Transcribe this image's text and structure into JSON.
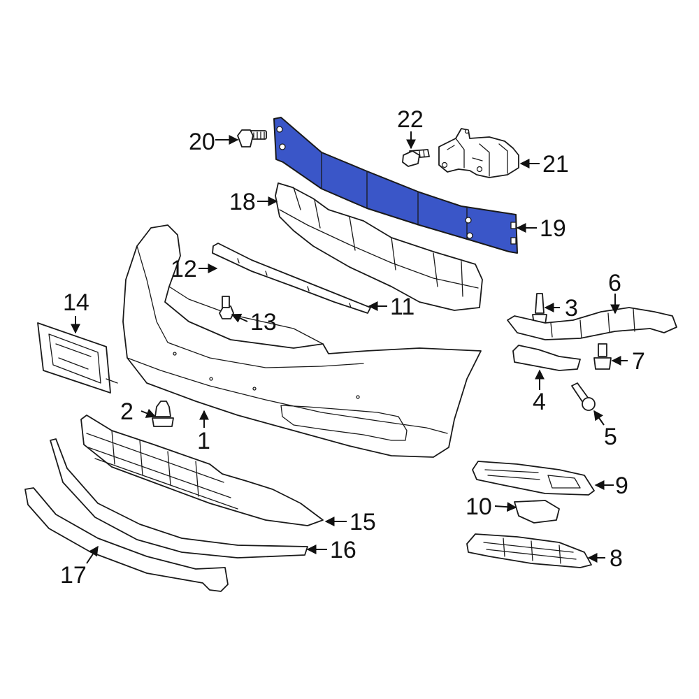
{
  "diagram": {
    "highlight_color": "#3a56c8",
    "line_color": "#1a1a1a",
    "background": "#ffffff",
    "highlighted_part": "19",
    "callouts": [
      {
        "id": "c1",
        "label": "1"
      },
      {
        "id": "c2",
        "label": "2"
      },
      {
        "id": "c3",
        "label": "3"
      },
      {
        "id": "c4",
        "label": "4"
      },
      {
        "id": "c5",
        "label": "5"
      },
      {
        "id": "c6",
        "label": "6"
      },
      {
        "id": "c7",
        "label": "7"
      },
      {
        "id": "c8",
        "label": "8"
      },
      {
        "id": "c9",
        "label": "9"
      },
      {
        "id": "c10",
        "label": "10"
      },
      {
        "id": "c11",
        "label": "11"
      },
      {
        "id": "c12",
        "label": "12"
      },
      {
        "id": "c13",
        "label": "13"
      },
      {
        "id": "c14",
        "label": "14"
      },
      {
        "id": "c15",
        "label": "15"
      },
      {
        "id": "c16",
        "label": "16"
      },
      {
        "id": "c17",
        "label": "17"
      },
      {
        "id": "c18",
        "label": "18"
      },
      {
        "id": "c19",
        "label": "19"
      },
      {
        "id": "c20",
        "label": "20"
      },
      {
        "id": "c21",
        "label": "21"
      },
      {
        "id": "c22",
        "label": "22"
      }
    ]
  }
}
